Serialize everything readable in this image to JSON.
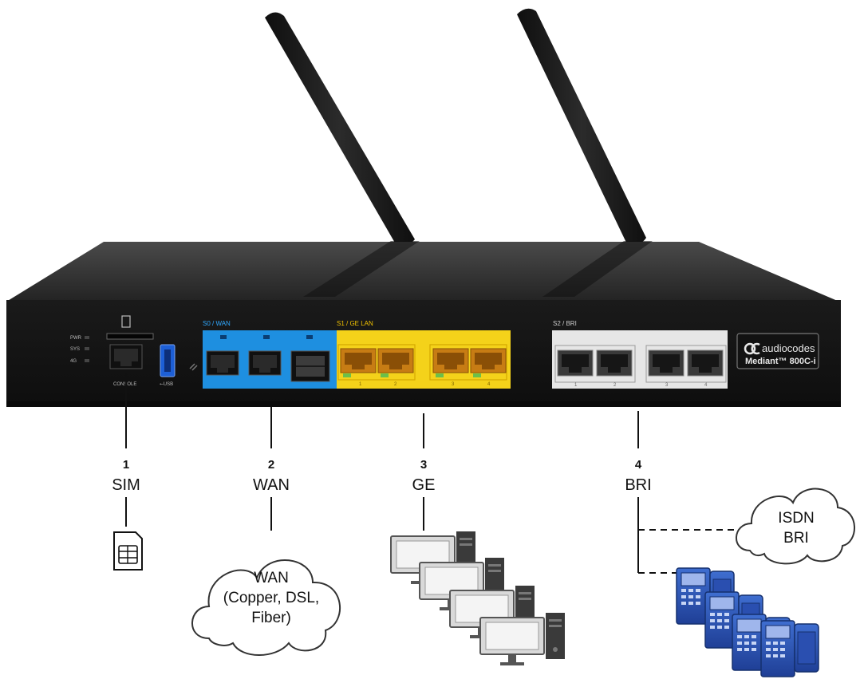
{
  "device": {
    "brand": "audiocodes",
    "model": "Mediant™ 800C-i",
    "leds": [
      "PWR",
      "SYS",
      "4G"
    ],
    "console_label": "CONSOLE",
    "usb_symbol": "⭠USB",
    "panels": {
      "wan": "S0 / WAN",
      "lan": "S1 / GE LAN",
      "bri": "S2 / BRI"
    },
    "port_numbers": {
      "lan": [
        "1",
        "2",
        "3",
        "4"
      ],
      "bri": [
        "1",
        "2",
        "3",
        "4"
      ]
    }
  },
  "callouts": [
    {
      "num": "1",
      "label": "SIM"
    },
    {
      "num": "2",
      "label": "WAN"
    },
    {
      "num": "3",
      "label": "GE"
    },
    {
      "num": "4",
      "label": "BRI"
    }
  ],
  "clouds": {
    "wan": [
      "WAN",
      "(Copper, DSL,",
      "Fiber)"
    ],
    "isdn": [
      "ISDN",
      "BRI"
    ]
  },
  "icons": [
    "sim-card-icon",
    "computer-icon",
    "ip-phone-icon",
    "cloud-icon",
    "antenna-icon"
  ],
  "colors": {
    "wan_panel": "#1e8fe0",
    "lan_panel": "#f4d21a",
    "bri_panel": "#e6e6e6",
    "chassis": "#1c1c1c",
    "phone": "#2a4fb0",
    "wan_label": "#2fa8ff",
    "lan_label": "#f2c200"
  }
}
